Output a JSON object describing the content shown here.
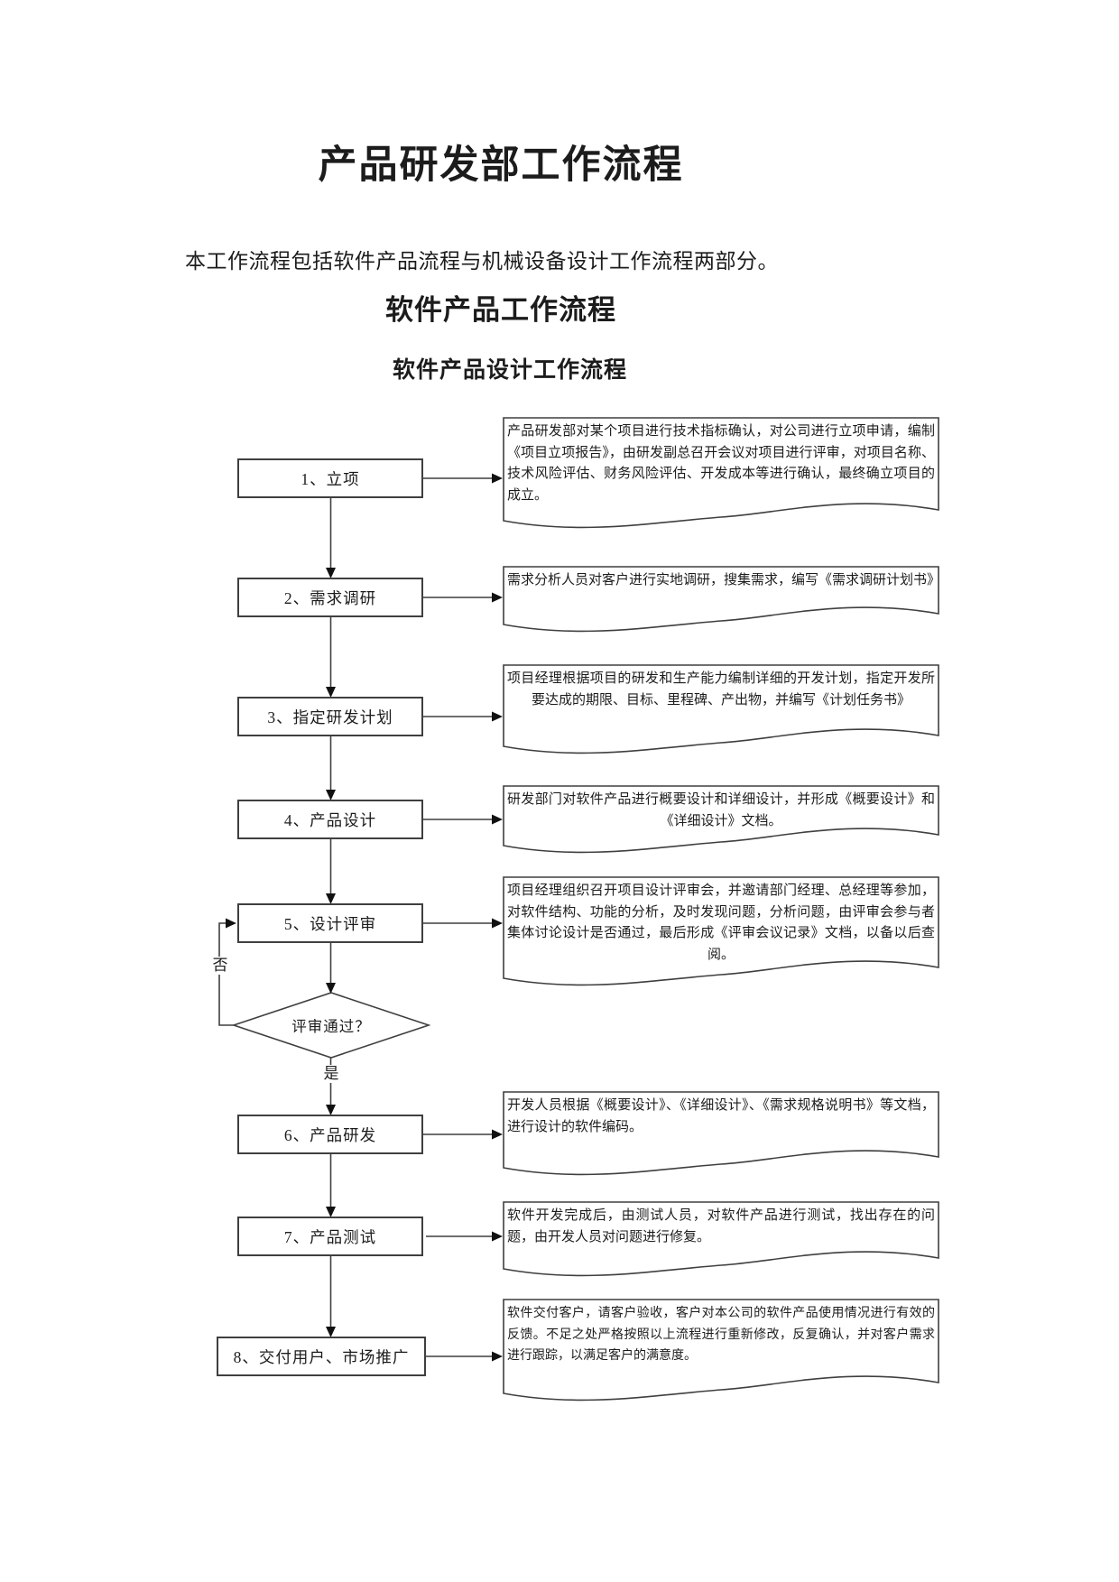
{
  "page": {
    "title": "产品研发部工作流程",
    "intro": "本工作流程包括软件产品流程与机械设备设计工作流程两部分。",
    "section_heading": "软件产品工作流程",
    "subsection_heading": "软件产品设计工作流程"
  },
  "flowchart": {
    "steps": [
      {
        "label": "1、立项",
        "annotation": "产品研发部对某个项目进行技术指标确认，对公司进行立项申请，编制《项目立项报告》，由研发副总召开会议对项目进行评审，对项目名称、技术风险评估、财务风险评估、开发成本等进行确认，最终确立项目的成立。"
      },
      {
        "label": "2、需求调研",
        "annotation": "需求分析人员对客户进行实地调研，搜集需求，编写《需求调研计划书》"
      },
      {
        "label": "3、指定研发计划",
        "annotation": "项目经理根据项目的研发和生产能力编制详细的开发计划，指定开发所要达成的期限、目标、里程碑、产出物，并编写《计划任务书》"
      },
      {
        "label": "4、产品设计",
        "annotation": "研发部门对软件产品进行概要设计和详细设计，并形成《概要设计》和《详细设计》文档。"
      },
      {
        "label": "5、设计评审",
        "annotation": "项目经理组织召开项目设计评审会，并邀请部门经理、总经理等参加，对软件结构、功能的分析，及时发现问题，分析问题，由评审会参与者集体讨论设计是否通过，最后形成《评审会议记录》文档，以备以后查阅。"
      },
      {
        "label": "6、产品研发",
        "annotation": "开发人员根据《概要设计》、《详细设计》、《需求规格说明书》等文档，进行设计的软件编码。"
      },
      {
        "label": "7、产品测试",
        "annotation": "软件开发完成后，由测试人员，对软件产品进行测试，找出存在的问题，由开发人员对问题进行修复。"
      },
      {
        "label": "8、交付用户、市场推广",
        "annotation": "软件交付客户，请客户验收，客户对本公司的软件产品使用情况进行有效的反馈。不足之处严格按照以上流程进行重新修改，反复确认，并对客户需求进行跟踪，以满足客户的满意度。"
      }
    ],
    "decision": {
      "label": "评审通过？",
      "no_label": "否",
      "yes_label": "是"
    }
  },
  "colors": {
    "line": "#3f3f3f",
    "text": "#1c1c1c",
    "background": "#ffffff"
  }
}
